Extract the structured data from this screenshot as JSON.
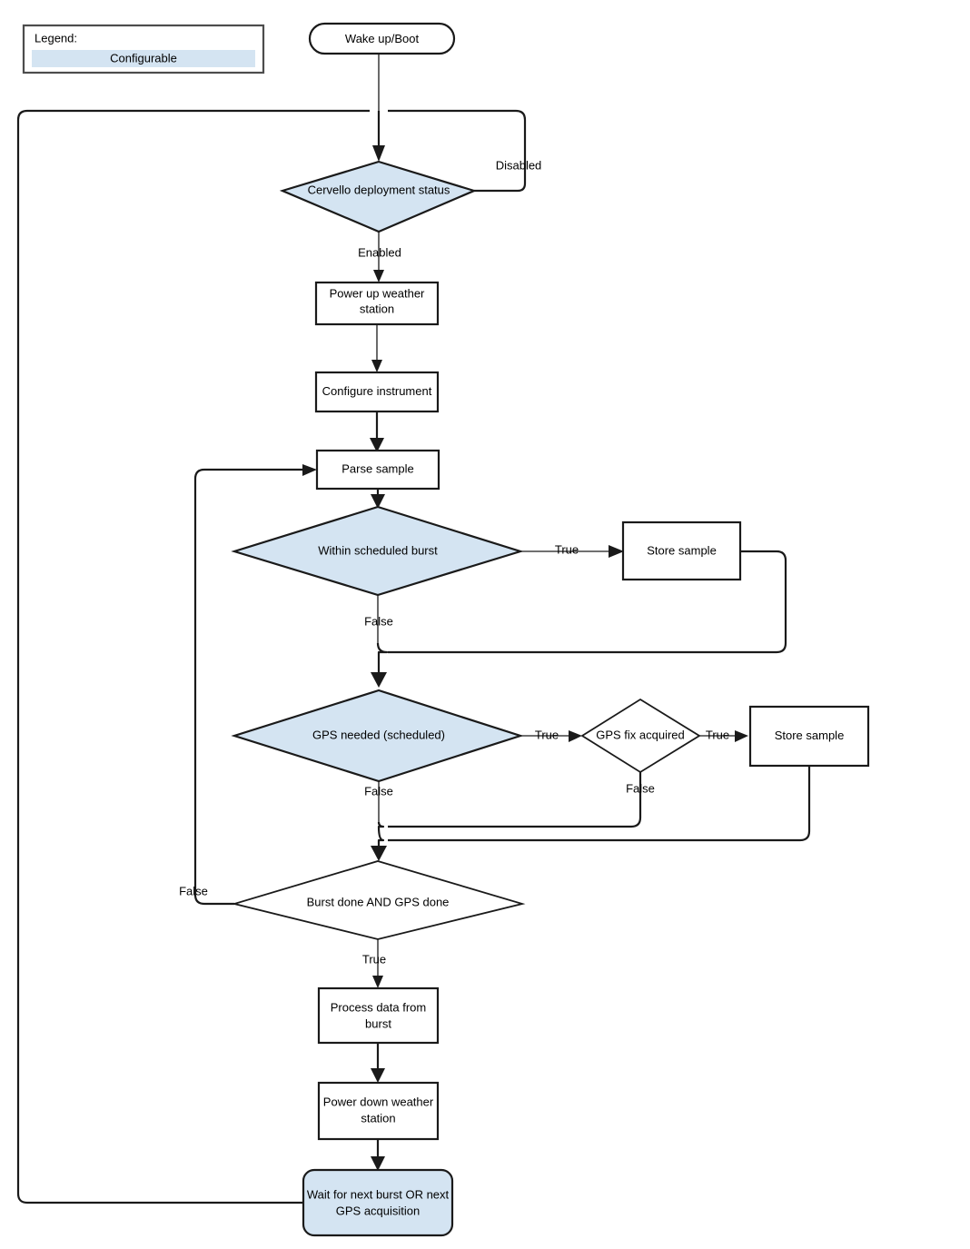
{
  "diagram": {
    "title": "Cervello weather station burst and GPS acquisition flowchart",
    "type": "flowchart",
    "colors": {
      "configurable_fill": "#d4e4f2",
      "default_fill": "#ffffff",
      "stroke": "#1a1a1a",
      "legend_border": "#4d4d4d"
    }
  },
  "legend": {
    "heading": "Legend:",
    "entries": [
      {
        "label": "Configurable",
        "swatch_color": "#d4e4f2"
      }
    ]
  },
  "nodes": {
    "start": {
      "label": "Wake up/Boot",
      "shape": "terminator",
      "configurable": false
    },
    "deployment_status": {
      "label": "Cervello deployment status",
      "shape": "decision",
      "configurable": true
    },
    "power_up": {
      "label_line1": "Power up weather",
      "label_line2": "station",
      "shape": "process",
      "configurable": false
    },
    "configure": {
      "label": "Configure instrument",
      "shape": "process",
      "configurable": false
    },
    "parse_sample": {
      "label": "Parse sample",
      "shape": "process",
      "configurable": false
    },
    "within_burst": {
      "label": "Within scheduled burst",
      "shape": "decision",
      "configurable": true
    },
    "store_sample_burst": {
      "label": "Store sample",
      "shape": "process",
      "configurable": false
    },
    "gps_needed": {
      "label": "GPS needed (scheduled)",
      "shape": "decision",
      "configurable": true
    },
    "gps_fix": {
      "label": "GPS fix acquired",
      "shape": "decision",
      "configurable": false
    },
    "store_sample_gps": {
      "label": "Store sample",
      "shape": "process",
      "configurable": false
    },
    "burst_and_gps_done": {
      "label": "Burst done AND GPS done",
      "shape": "decision",
      "configurable": false
    },
    "process_data": {
      "label_line1": "Process data from",
      "label_line2": "burst",
      "shape": "process",
      "configurable": false
    },
    "power_down": {
      "label_line1": "Power down weather",
      "label_line2": "station",
      "shape": "process",
      "configurable": false
    },
    "wait_next": {
      "label_line1": "Wait for next burst OR next",
      "label_line2": "GPS acquisition",
      "shape": "rounded-process",
      "configurable": true
    }
  },
  "edge_labels": {
    "disabled": "Disabled",
    "enabled": "Enabled",
    "burst_true": "True",
    "burst_false": "False",
    "gps_true": "True",
    "gps_false": "False",
    "fix_true": "True",
    "fix_false": "False",
    "done_true": "True",
    "done_false": "False"
  }
}
